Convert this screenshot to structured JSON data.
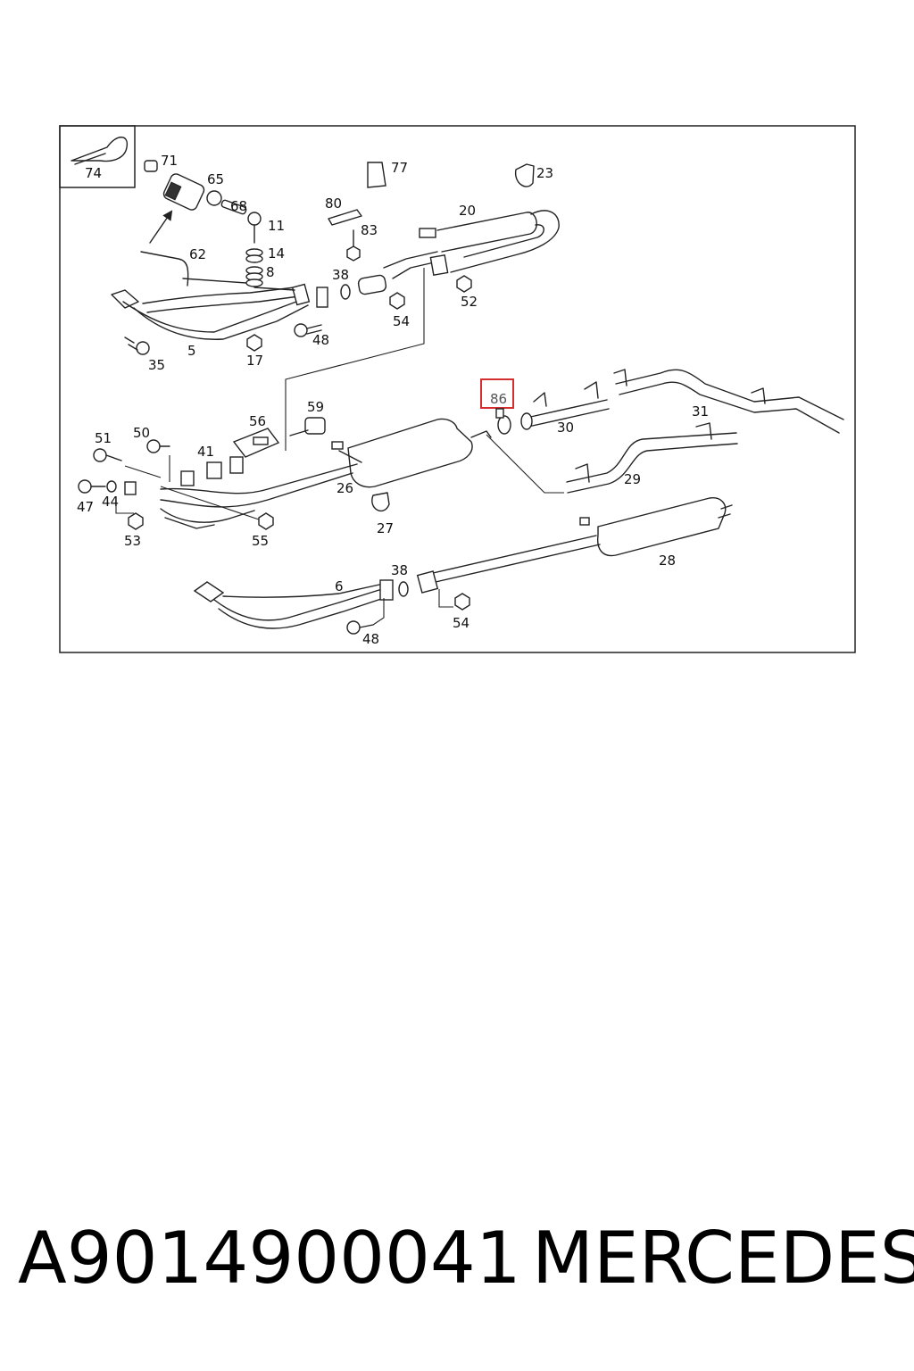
{
  "diagram": {
    "highlight_color": "#d32f2f",
    "highlighted_callout": "86",
    "callouts": {
      "c74": "74",
      "c71": "71",
      "c65": "65",
      "c68": "68",
      "c11": "11",
      "c14": "14",
      "c8": "8",
      "c62": "62",
      "c80": "80",
      "c83": "83",
      "c77": "77",
      "c20": "20",
      "c23": "23",
      "c38a": "38",
      "c54a": "54",
      "c52": "52",
      "c48a": "48",
      "c17": "17",
      "c5": "5",
      "c35": "35",
      "c59": "59",
      "c56": "56",
      "c86": "86",
      "c30": "30",
      "c31": "31",
      "c29": "29",
      "c51": "51",
      "c50": "50",
      "c41": "41",
      "c26": "26",
      "c47": "47",
      "c44": "44",
      "c53": "53",
      "c55": "55",
      "c27": "27",
      "c28": "28",
      "c6": "6",
      "c38b": "38",
      "c54b": "54",
      "c48b": "48"
    }
  },
  "caption": {
    "part_number": "A9014900041",
    "brand": "MERCEDES"
  }
}
